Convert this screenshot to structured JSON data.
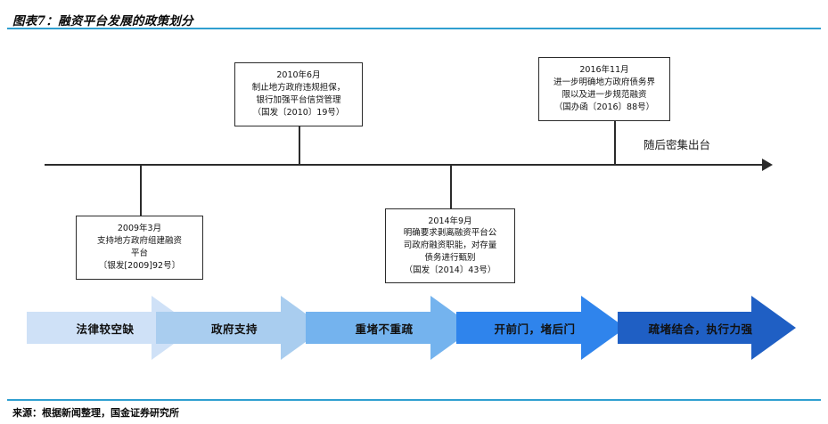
{
  "header": {
    "title": "图表7：融资平台发展的政策划分",
    "rule_color": "#2f9fd0"
  },
  "footer": {
    "source": "来源：根据新闻整理，国金证券研究所"
  },
  "timeline": {
    "axis_note": "随后密集出台",
    "axis_color": "#2b2b2b",
    "events": [
      {
        "id": "evt-2009",
        "position": "below",
        "lines": [
          "2009年3月",
          "支持地方政府组建融资",
          "平台",
          "〔银发[2009]92号〕"
        ]
      },
      {
        "id": "evt-2010",
        "position": "above",
        "lines": [
          "2010年6月",
          "制止地方政府违规担保，",
          "银行加强平台信贷管理",
          "（国发〔2010〕19号）"
        ]
      },
      {
        "id": "evt-2014",
        "position": "below",
        "lines": [
          "2014年9月",
          "明确要求剥离融资平台公",
          "司政府融资职能，对存量",
          "债务进行甄别",
          "（国发〔2014〕43号）"
        ]
      },
      {
        "id": "evt-2016",
        "position": "above",
        "lines": [
          "2016年11月",
          "进一步明确地方政府债务界",
          "限以及进一步规范融资",
          "（国办函〔2016〕88号）"
        ]
      }
    ]
  },
  "stages": [
    {
      "label": "法律较空缺",
      "color": "#cfe1f7"
    },
    {
      "label": "政府支持",
      "color": "#a9cdef"
    },
    {
      "label": "重堵不重疏",
      "color": "#74b3ee"
    },
    {
      "label": "开前门，堵后门",
      "color": "#2f84ec"
    },
    {
      "label": "疏堵结合，执行力强",
      "color": "#1f5fc4"
    }
  ]
}
